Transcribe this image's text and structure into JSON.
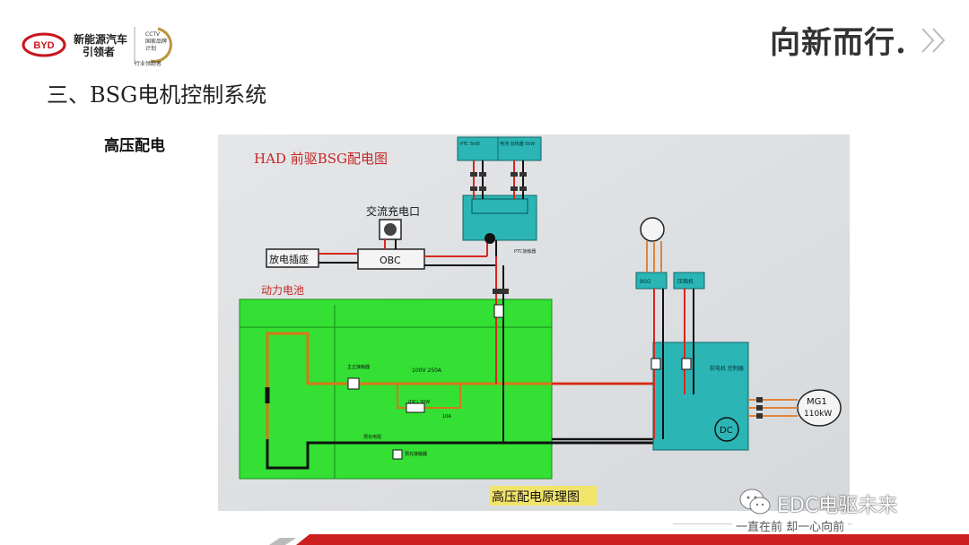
{
  "header": {
    "brand_logo": "BYD",
    "brand_slogan_line1": "新能源汽车",
    "brand_slogan_line2": "引领者",
    "award_line1": "CCTV",
    "award_line2": "国家品牌",
    "award_line3": "计划",
    "award_caption": "行业领跑者",
    "slogan": "向新而行."
  },
  "section_title": "三、BSG电机控制系统",
  "sub_title": "高压配电",
  "diagram": {
    "title": "HAD 前驱BSG配电图",
    "ac_charge_port": "交流充电口",
    "discharge_socket": "放电插座",
    "obc": "OBC",
    "battery": "动力电池",
    "fuse_rating": "100V 250A",
    "fuse_rating2": "(DC) 30W",
    "fuse_rating3": "10A",
    "motor": "MG1",
    "motor_power": "110kW",
    "dc": "DC",
    "caption": "高压配电原理图",
    "top_box1": "PTC 5kW",
    "top_box2": "电池 加热器 5kW",
    "bsg_box": "BSG",
    "compressor_box": "压缩机",
    "motor_controller": "前电机 控制器",
    "small_label1": "预充电阻",
    "small_label2": "主正接触器",
    "small_label3": "预充接触器",
    "small_label4": "PTC接触器"
  },
  "watermark": {
    "text": "EDC电驱未来"
  },
  "footer": {
    "tagline": "一直在前  却一心向前"
  },
  "colors": {
    "battery_green": "#33e033",
    "box_teal": "#2bb5b5",
    "wire_red": "#d9261c",
    "wire_orange": "#e0833a",
    "wire_black": "#111111",
    "title_red": "#c62828",
    "footer_red": "#cc1f1f"
  }
}
